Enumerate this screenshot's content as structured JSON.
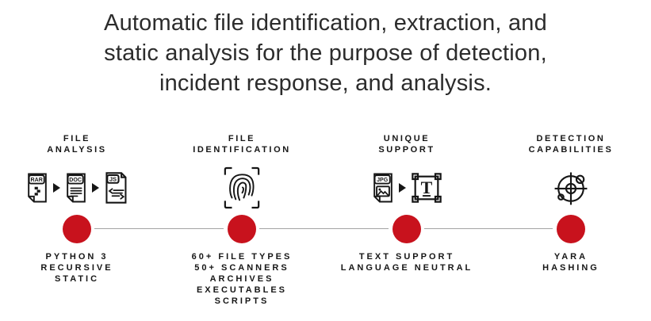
{
  "title": {
    "lines": [
      "Automatic file identification, extraction, and",
      "static analysis for the purpose of detection,",
      "incident response, and analysis."
    ]
  },
  "colors": {
    "accent_red": "#C8121D",
    "line_gray": "#A3A3A3",
    "ink": "#161616",
    "title_ink": "#2C2C2C"
  },
  "columns": [
    {
      "header": "FILE\nANALYSIS",
      "label": "PYTHON 3\nRECURSIVE\nSTATIC"
    },
    {
      "header": "FILE\nIDENTIFICATION",
      "label": "60+ FILE TYPES\n50+ SCANNERS\nARCHIVES\nEXECUTABLES\nSCRIPTS"
    },
    {
      "header": "UNIQUE\nSUPPORT",
      "label": "TEXT SUPPORT\nLANGUAGE NEUTRAL"
    },
    {
      "header": "DETECTION\nCAPABILITIES",
      "label": "YARA\nHASHING"
    }
  ],
  "icons": {
    "file_badges": {
      "rar": "RAR",
      "doc": "DOC",
      "js": "JS",
      "jpg": "JPG"
    },
    "text_tool_glyph": "T",
    "names": [
      "rar-file-icon",
      "doc-file-icon",
      "js-file-icon",
      "arrow-icon",
      "fingerprint-scan-icon",
      "jpg-file-icon",
      "text-selection-icon",
      "crosshair-target-icon",
      "timeline-node"
    ]
  }
}
